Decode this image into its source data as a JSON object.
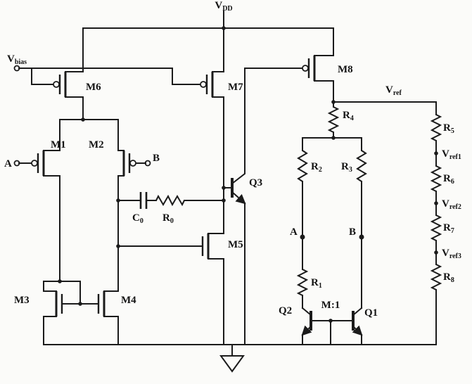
{
  "schematic": {
    "power": {
      "vdd": {
        "base": "V",
        "sub": "DD"
      }
    },
    "bias": {
      "vbias": {
        "base": "V",
        "sub": "bias"
      }
    },
    "transistors": {
      "m1": "M1",
      "m2": "M2",
      "m3": "M3",
      "m4": "M4",
      "m5": "M5",
      "m6": "M6",
      "m7": "M7",
      "m8": "M8",
      "q1": "Q1",
      "q2": "Q2",
      "q3": "Q3"
    },
    "passives": {
      "c0": {
        "base": "C",
        "sub": "0"
      },
      "r0": {
        "base": "R",
        "sub": "0"
      },
      "r1": {
        "base": "R",
        "sub": "1"
      },
      "r2": {
        "base": "R",
        "sub": "2"
      },
      "r3": {
        "base": "R",
        "sub": "3"
      },
      "r4": {
        "base": "R",
        "sub": "4"
      },
      "r5": {
        "base": "R",
        "sub": "5"
      },
      "r6": {
        "base": "R",
        "sub": "6"
      },
      "r7": {
        "base": "R",
        "sub": "7"
      },
      "r8": {
        "base": "R",
        "sub": "8"
      }
    },
    "nets": {
      "vref": {
        "base": "V",
        "sub": "ref"
      },
      "vref1": {
        "base": "V",
        "sub": "ref1"
      },
      "vref2": {
        "base": "V",
        "sub": "ref2"
      },
      "vref3": {
        "base": "V",
        "sub": "ref3"
      }
    },
    "nodes": {
      "input_a": "A",
      "input_b": "B",
      "node_a": "A",
      "node_b": "B",
      "mirror_ratio": "M:1"
    },
    "colors": {
      "ink": "#1b1b1b",
      "paper": "#fbfbf9"
    }
  }
}
